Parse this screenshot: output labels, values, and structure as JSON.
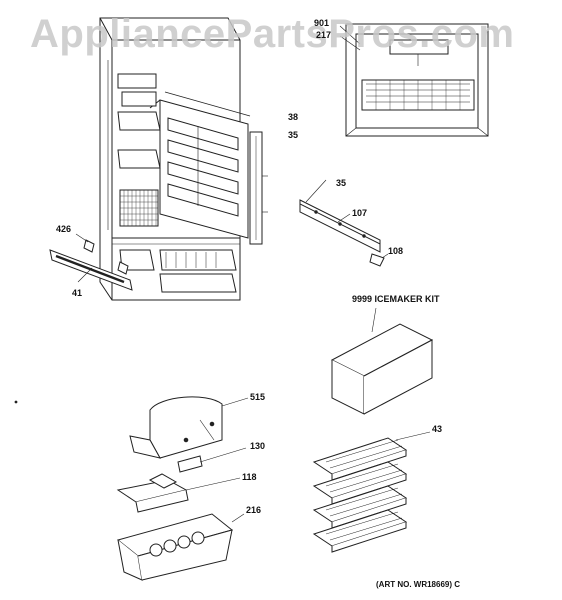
{
  "watermark": "AppliancePartsPros.com",
  "callouts": {
    "c901": "901",
    "c217": "217",
    "c38": "38",
    "c35a": "35",
    "c35b": "35",
    "c107": "107",
    "c108": "108",
    "c426": "426",
    "c41": "41",
    "c515": "515",
    "c130": "130",
    "c118": "118",
    "c216": "216",
    "c43": "43"
  },
  "icemaker_kit_label": "9999 ICEMAKER KIT",
  "art_number": "(ART NO. WR18669) C"
}
